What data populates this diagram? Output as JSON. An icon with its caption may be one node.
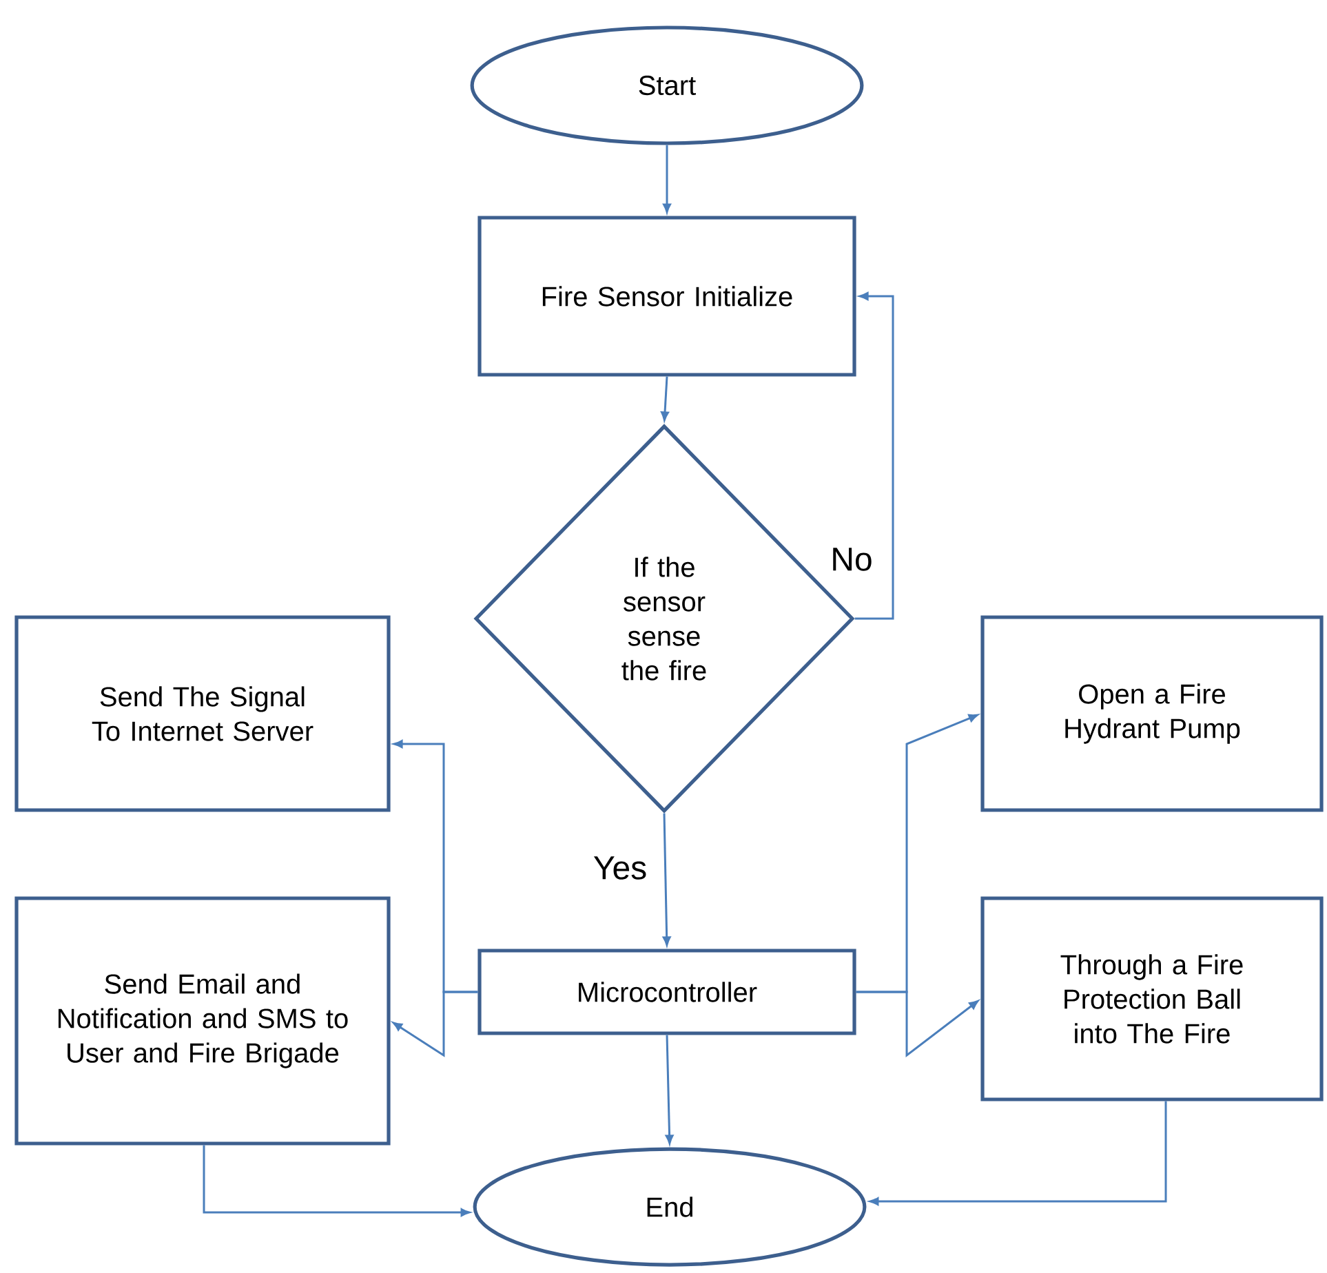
{
  "diagram": {
    "nodes": [
      {
        "text": [
          "Start"
        ]
      },
      {
        "text": [
          "Fire Sensor Initialize"
        ]
      },
      {
        "text": [
          "If the sensor sense the fire"
        ]
      },
      {
        "text": [
          "Send The Signal To Internet Server"
        ]
      },
      {
        "text": [
          "Open a Fire Hydrant Pump"
        ]
      },
      {
        "text": [
          "Send Email and Notification and SMS to User and Fire Brigade"
        ]
      },
      {
        "text": [
          "Microcontroller"
        ]
      },
      {
        "text": [
          "Through a Fire Protection Ball into The Fire"
        ]
      },
      {
        "text": [
          "End"
        ]
      }
    ],
    "edges": [
      {
        "from": 0,
        "to": 1,
        "arrow": "to"
      },
      {
        "from": 1,
        "to": 2,
        "arrow": "to"
      },
      {
        "from": 2,
        "to": 1,
        "arrow": "to",
        "label": "No"
      },
      {
        "from": 2,
        "to": 6,
        "arrow": "to",
        "label": "Yes"
      },
      {
        "from": 6,
        "to": 3,
        "arrow": "to"
      },
      {
        "from": 6,
        "to": 5,
        "arrow": "to"
      },
      {
        "from": 6,
        "to": 4,
        "arrow": "to"
      },
      {
        "from": 6,
        "to": 7,
        "arrow": "to"
      },
      {
        "from": 6,
        "to": 8,
        "arrow": "to"
      },
      {
        "from": 5,
        "to": 8,
        "arrow": "to"
      },
      {
        "from": 7,
        "to": 8,
        "arrow": "to"
      }
    ]
  }
}
